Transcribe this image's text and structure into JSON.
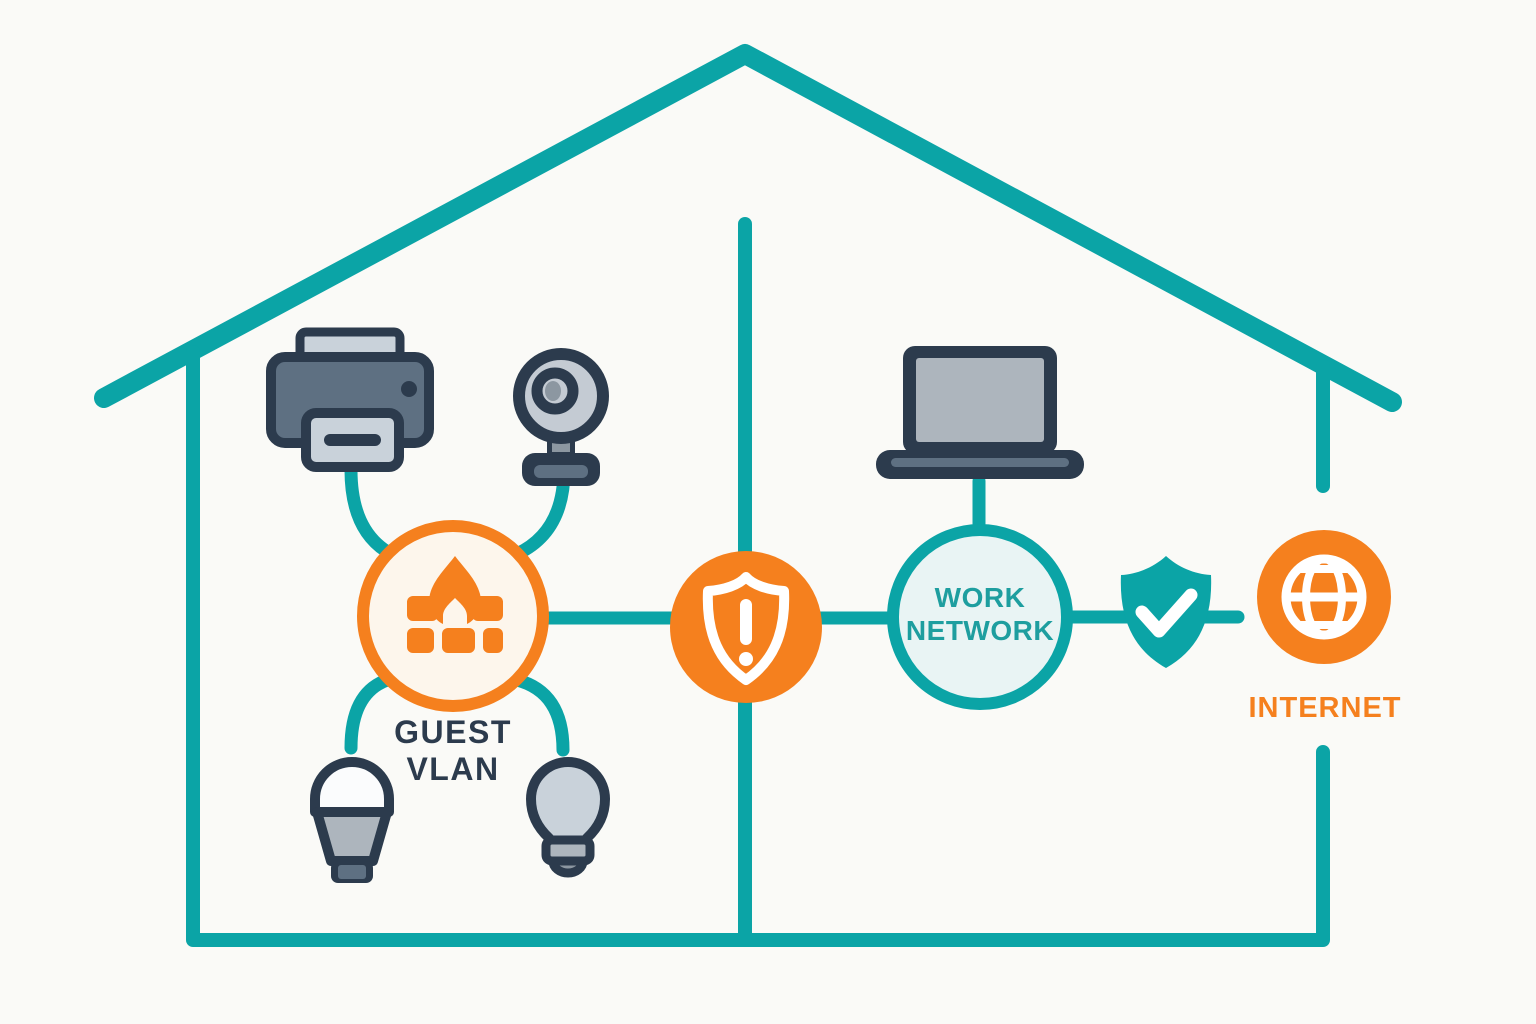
{
  "diagram_type": "home-network-segmentation",
  "colors": {
    "background": "#FAFAF7",
    "teal_line": "#0BA4A6",
    "teal_text": "#1E9E9F",
    "orange": "#F5801E",
    "navy": "#2C3B4D",
    "slate_gray": "#5E7082",
    "light_gray": "#C9D2DA",
    "screen_gray": "#ADB5BD",
    "cream": "#FDF6EC",
    "pale_teal": "#E9F4F4"
  },
  "guest_zone": {
    "label_lines": [
      "GUEST",
      "VLAN"
    ],
    "node": {
      "name": "guest-vlan-firewall",
      "icon": "firewall-flame-icon",
      "ring_color": "#F5801E"
    },
    "devices": [
      {
        "name": "printer",
        "icon": "printer-icon"
      },
      {
        "name": "webcam",
        "icon": "webcam-icon"
      },
      {
        "name": "smart-bulb-left",
        "icon": "light-bulb-icon"
      },
      {
        "name": "smart-bulb-right",
        "icon": "light-bulb-icon"
      }
    ]
  },
  "segmentation_point": {
    "name": "alert-shield",
    "icon": "shield-exclamation-icon",
    "color": "#F5801E"
  },
  "work_zone": {
    "label_lines": [
      "WORK",
      "NETWORK"
    ],
    "node": {
      "name": "work-network",
      "ring_color": "#0BA4A6"
    },
    "devices": [
      {
        "name": "laptop",
        "icon": "laptop-icon"
      }
    ]
  },
  "security_gateway": {
    "name": "verified-shield",
    "icon": "shield-check-icon",
    "color": "#0BA4A6"
  },
  "internet": {
    "label": "INTERNET",
    "icon": "globe-icon",
    "color": "#F5801E"
  }
}
